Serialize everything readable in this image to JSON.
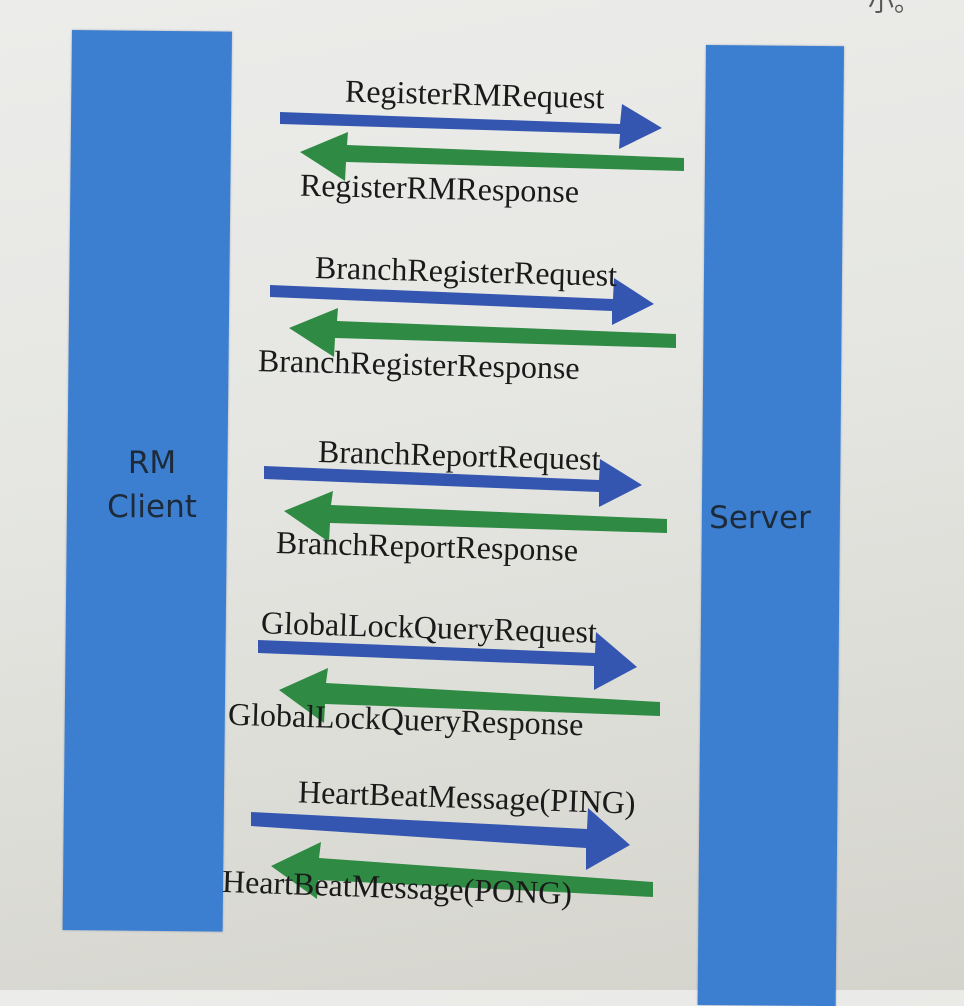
{
  "corner_mark": "小。",
  "participants": {
    "client": {
      "line1": "RM",
      "line2": "Client"
    },
    "server": {
      "name": "Server"
    }
  },
  "colors": {
    "participant_bar": "#3c7fd0",
    "request_arrow": "#3556b0",
    "response_arrow": "#2f8a43"
  },
  "messages": [
    {
      "request": "RegisterRMRequest",
      "response": "RegisterRMResponse"
    },
    {
      "request": "BranchRegisterRequest",
      "response": "BranchRegisterResponse"
    },
    {
      "request": "BranchReportRequest",
      "response": "BranchReportResponse"
    },
    {
      "request": "GlobalLockQueryRequest",
      "response": "GlobalLockQueryResponse"
    },
    {
      "request": "HeartBeatMessage(PING)",
      "response": "HeartBeatMessage(PONG)"
    }
  ]
}
